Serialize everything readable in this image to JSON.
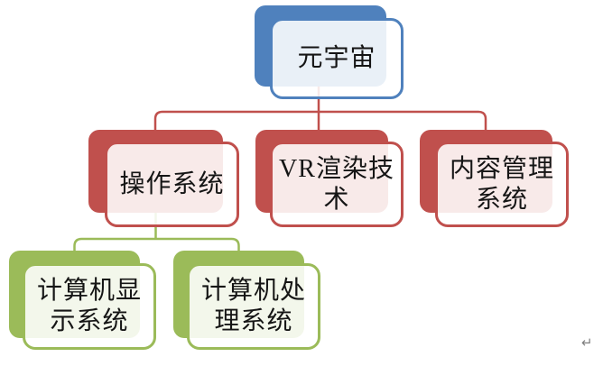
{
  "diagram": {
    "type": "hierarchy-org-chart",
    "nodes": [
      {
        "id": "metaverse",
        "label": "元宇宙",
        "level": 1,
        "parent": null,
        "color": "#4F81BD"
      },
      {
        "id": "os",
        "label": "操作系统",
        "level": 2,
        "parent": "metaverse",
        "color": "#C0504D"
      },
      {
        "id": "vr",
        "label": "VR渲染技术",
        "level": 2,
        "parent": "metaverse",
        "color": "#C0504D"
      },
      {
        "id": "cms",
        "label": "内容管理系统",
        "level": 2,
        "parent": "metaverse",
        "color": "#C0504D"
      },
      {
        "id": "display",
        "label": "计算机显示系统",
        "level": 3,
        "parent": "os",
        "color": "#9BBB59"
      },
      {
        "id": "processing",
        "label": "计算机处理系统",
        "level": 3,
        "parent": "os",
        "color": "#9BBB59"
      }
    ],
    "connector_colors": {
      "root_to_level2": "#C0504D",
      "os_to_level3": "#9BBB59"
    },
    "node_fill_overlay": "rgba(255,255,255,0.88)",
    "text_color": "#151515",
    "background": "#FFFFFF"
  },
  "page": {
    "paragraph_mark": "↵"
  }
}
